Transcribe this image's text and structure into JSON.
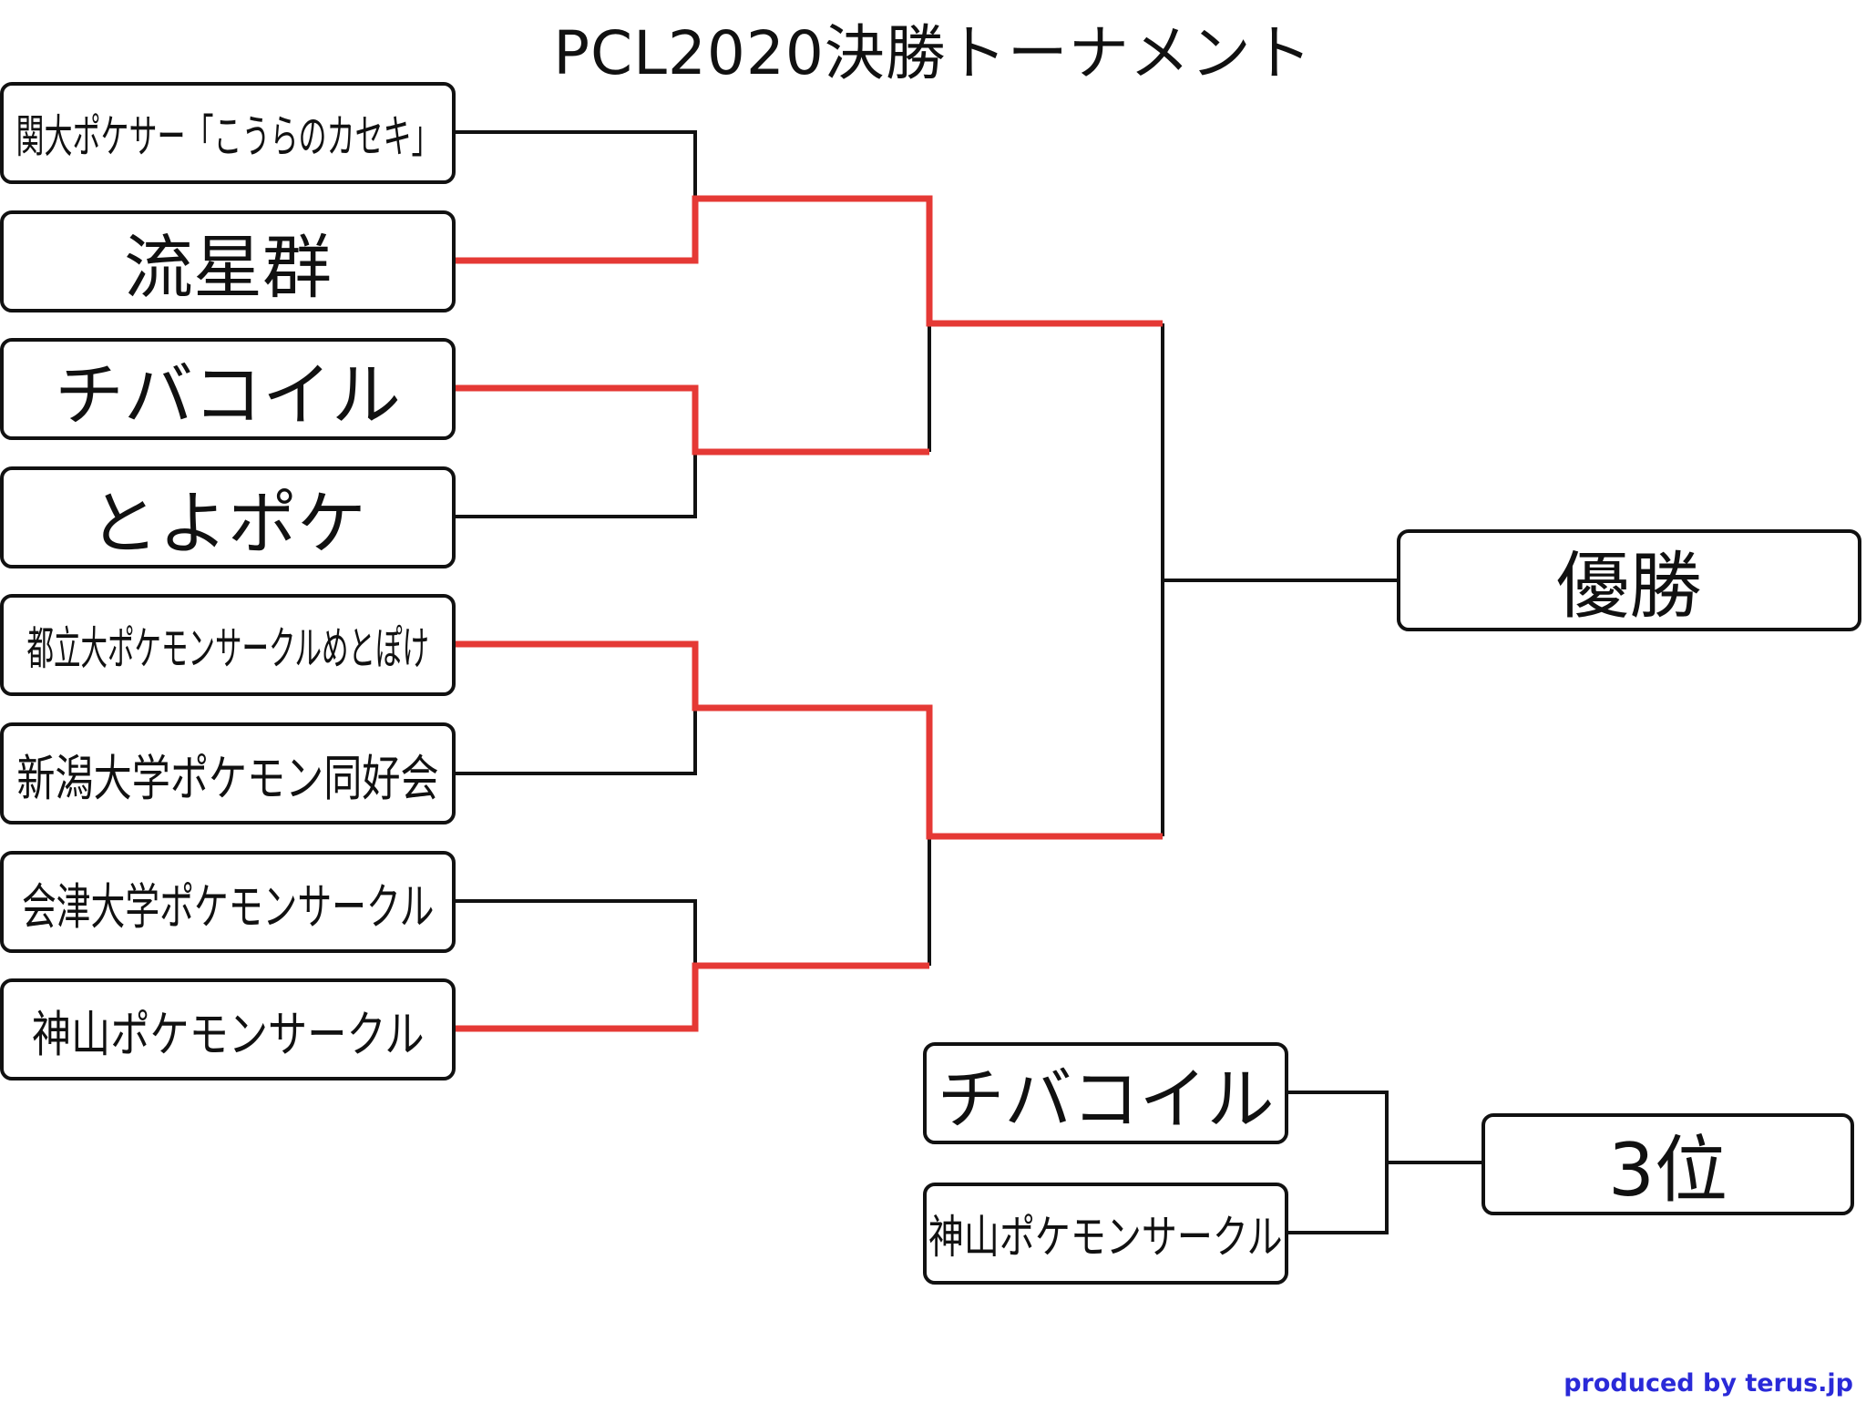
{
  "title": "PCL2020決勝トーナメント",
  "teams": [
    "関大ポケサー「こうらのカセキ」",
    "流星群",
    "チバコイル",
    "とよポケ",
    "都立大ポケモンサークルめとぽけ",
    "新潟大学ポケモン同好会",
    "会津大学ポケモンサークル",
    "神山ポケモンサークル"
  ],
  "champion_label": "優勝",
  "third_place": {
    "teams": [
      "チバコイル",
      "神山ポケモンサークル"
    ],
    "label": "3位"
  },
  "credit": "produced by terus.jp",
  "colors": {
    "winner_line": "#e53935",
    "line": "#111111"
  }
}
